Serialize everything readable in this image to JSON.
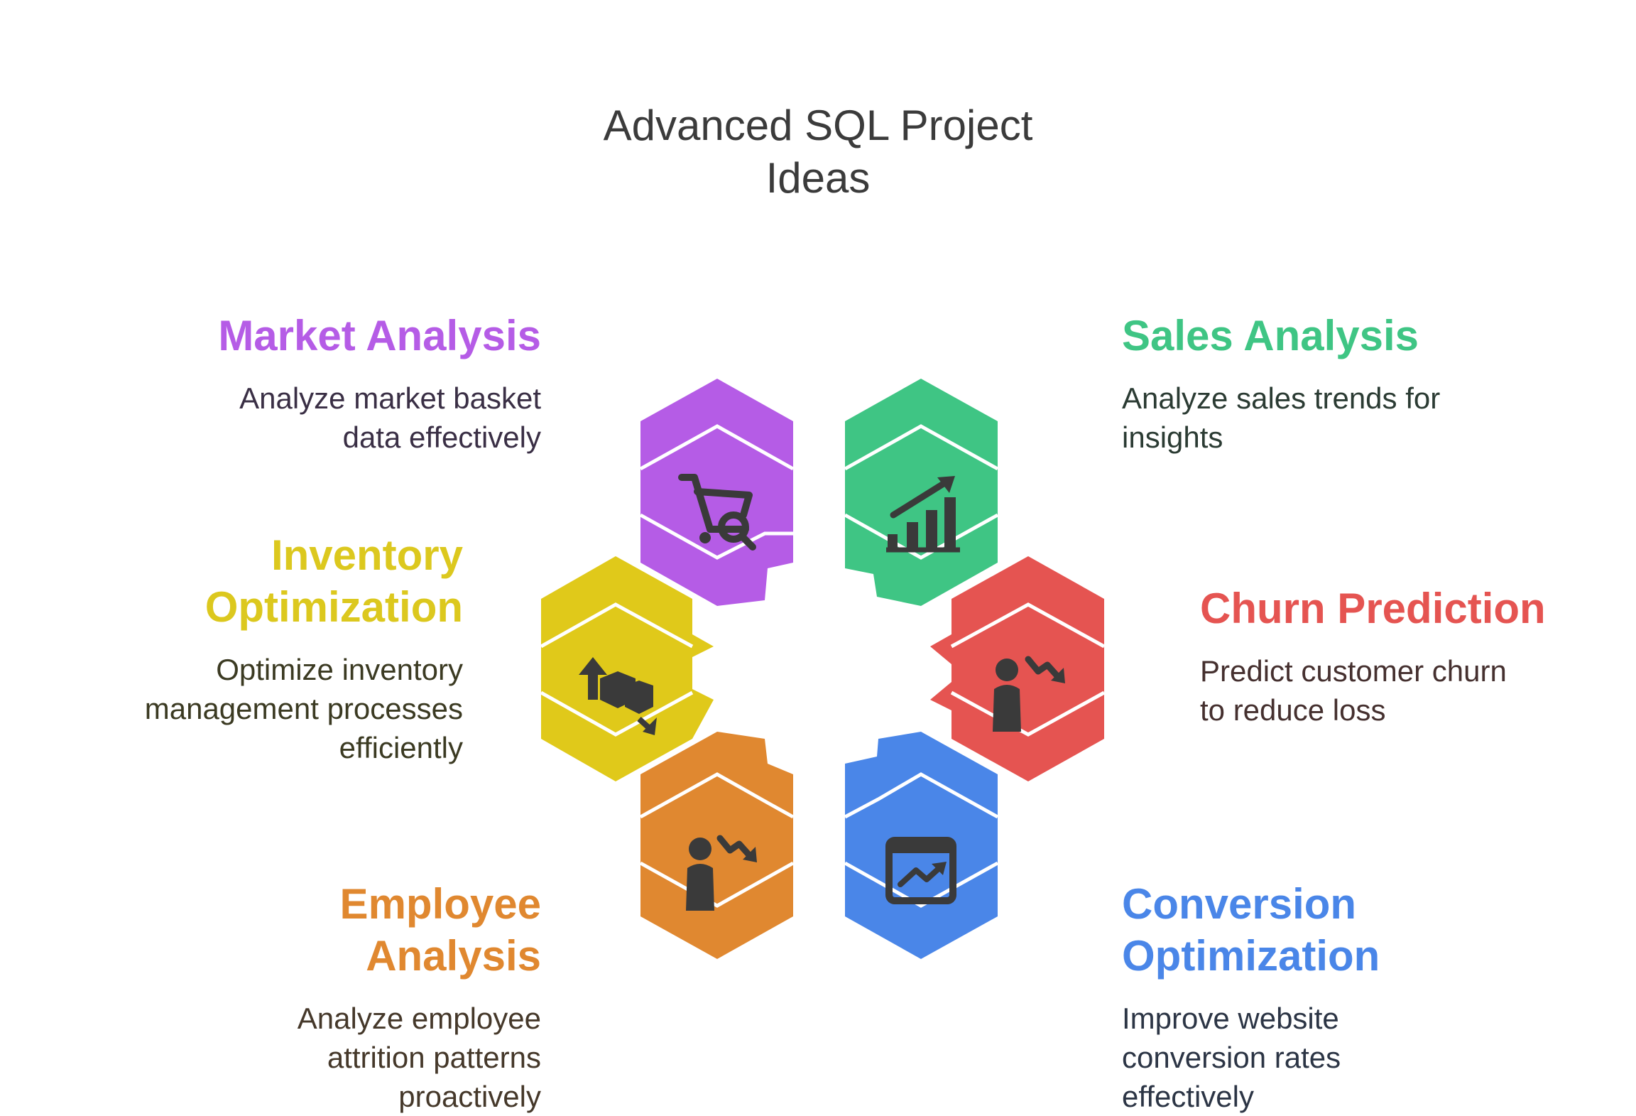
{
  "title": "Advanced SQL Project\nIdeas",
  "colors": {
    "market": "#B55CE6",
    "sales": "#3FC584",
    "inventory": "#E0C91A",
    "churn": "#E55451",
    "employee": "#E08830",
    "conversion": "#4A86E8",
    "icon": "#3a3a3a"
  },
  "items": [
    {
      "key": "market",
      "heading": "Market Analysis",
      "description": "Analyze market basket\ndata effectively",
      "heading_color": "#B55CE6",
      "desc_color": "#3a2f45",
      "icon": "shopping-cart-search-icon"
    },
    {
      "key": "sales",
      "heading": "Sales Analysis",
      "description": "Analyze sales trends for\ninsights",
      "heading_color": "#3FC584",
      "desc_color": "#2b3b33",
      "icon": "bar-chart-growth-icon"
    },
    {
      "key": "inventory",
      "heading": "Inventory\nOptimization",
      "description": "Optimize inventory\nmanagement processes\nefficiently",
      "heading_color": "#DCC81E",
      "desc_color": "#3b3a22",
      "icon": "boxes-arrows-icon"
    },
    {
      "key": "churn",
      "heading": "Churn Prediction",
      "description": "Predict customer churn\nto reduce loss",
      "heading_color": "#E55451",
      "desc_color": "#45302f",
      "icon": "person-downtrend-icon"
    },
    {
      "key": "employee",
      "heading": "Employee\nAnalysis",
      "description": "Analyze employee\nattrition patterns\nproactively",
      "heading_color": "#E08830",
      "desc_color": "#45382a",
      "icon": "employee-downtrend-icon"
    },
    {
      "key": "conversion",
      "heading": "Conversion\nOptimization",
      "description": "Improve website\nconversion rates\neffectively",
      "heading_color": "#4A86E8",
      "desc_color": "#2c3545",
      "icon": "browser-chart-icon"
    }
  ]
}
